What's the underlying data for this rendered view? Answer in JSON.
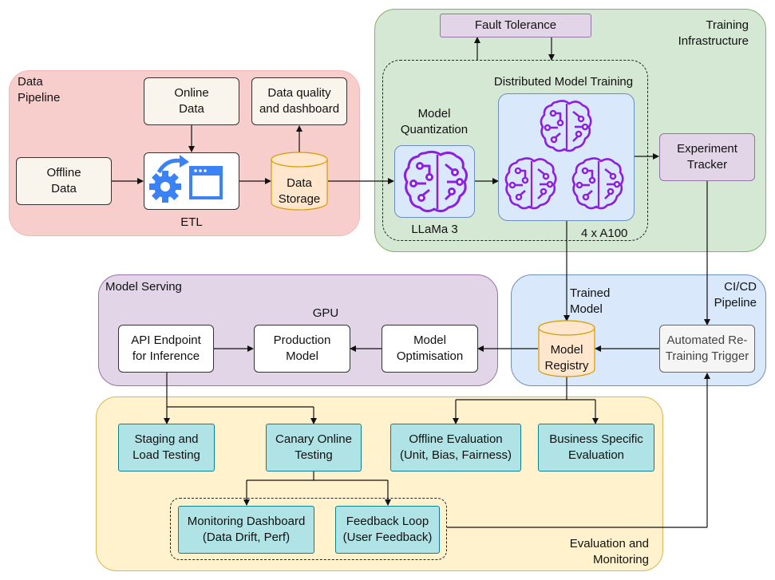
{
  "regions": {
    "data_pipeline": "Data\nPipeline",
    "training_infra": "Training\nInfrastructure",
    "model_serving": "Model Serving",
    "cicd": "CI/CD\nPipeline",
    "eval_monitoring": "Evaluation and\nMonitoring"
  },
  "data_pipeline": {
    "offline": "Offline\nData",
    "online": "Online\nData",
    "quality": "Data quality\nand dashboard",
    "etl": "ETL",
    "storage": "Data\nStorage"
  },
  "training": {
    "fault_tolerance": "Fault Tolerance",
    "distributed": "Distributed Model Training",
    "quantization": "Model\nQuantization",
    "llama": "LLaMa 3",
    "gpus": "4 x A100",
    "tracker": "Experiment\nTracker"
  },
  "serving": {
    "gpu": "GPU",
    "api": "API Endpoint\nfor Inference",
    "production": "Production\nModel",
    "optimisation": "Model\nOptimisation",
    "trained_model": "Trained\nModel",
    "registry": "Model\nRegistry"
  },
  "cicd": {
    "retrain": "Automated Re-\nTraining Trigger"
  },
  "evaluation": {
    "staging": "Staging and\nLoad Testing",
    "canary": "Canary Online\nTesting",
    "offline_eval": "Offline Evaluation\n(Unit, Bias, Fairness)",
    "business": "Business Specific\nEvaluation",
    "monitoring": "Monitoring Dashboard\n(Data Drift, Perf)",
    "feedback": "Feedback Loop\n(User Feedback)"
  },
  "colors": {
    "data_pipeline_fill": "#f8cecc",
    "training_fill": "#d5e8d4",
    "serving_fill": "#e1d5e7",
    "cicd_fill": "#dae8fc",
    "eval_fill": "#fff2cc",
    "cyl_fill": "#ffe6cc",
    "cyl_stroke": "#d79b00",
    "teal_fill": "#b0e3e6",
    "teal_stroke": "#0e8088",
    "brain_purple": "#8c1fe0",
    "etl_blue": "#3b82f6"
  },
  "icons": [
    "etl-gear-window-icon",
    "brain-circuit-icon"
  ]
}
